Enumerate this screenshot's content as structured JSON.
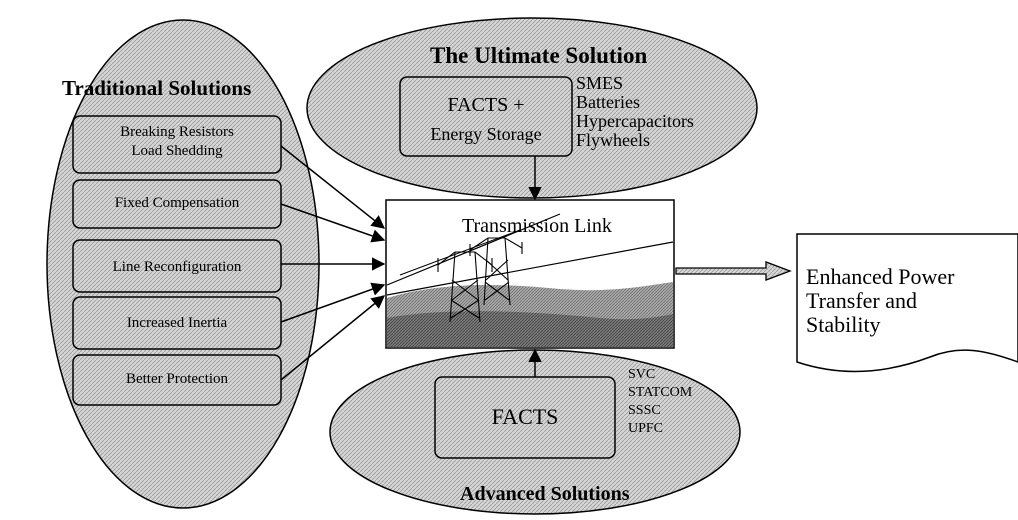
{
  "traditional": {
    "title": "Traditional Solutions",
    "items": [
      {
        "line1": "Breaking Resistors",
        "line2": "Load Shedding"
      },
      {
        "line1": "Fixed Compensation"
      },
      {
        "line1": "Line Reconfiguration"
      },
      {
        "line1": "Increased Inertia"
      },
      {
        "line1": "Better Protection"
      }
    ]
  },
  "ultimate": {
    "title": "The Ultimate Solution",
    "box_line1": "FACTS +",
    "box_line2": "Energy Storage",
    "list": [
      "SMES",
      "Batteries",
      "Hypercapacitors",
      "Flywheels"
    ]
  },
  "advanced": {
    "title": "Advanced Solutions",
    "box_label": "FACTS",
    "list": [
      "SVC",
      "STATCOM",
      "SSSC",
      "UPFC"
    ]
  },
  "center": {
    "label": "Transmission Link"
  },
  "output": {
    "lines": [
      "Enhanced Power",
      "Transfer and",
      "Stability"
    ]
  }
}
